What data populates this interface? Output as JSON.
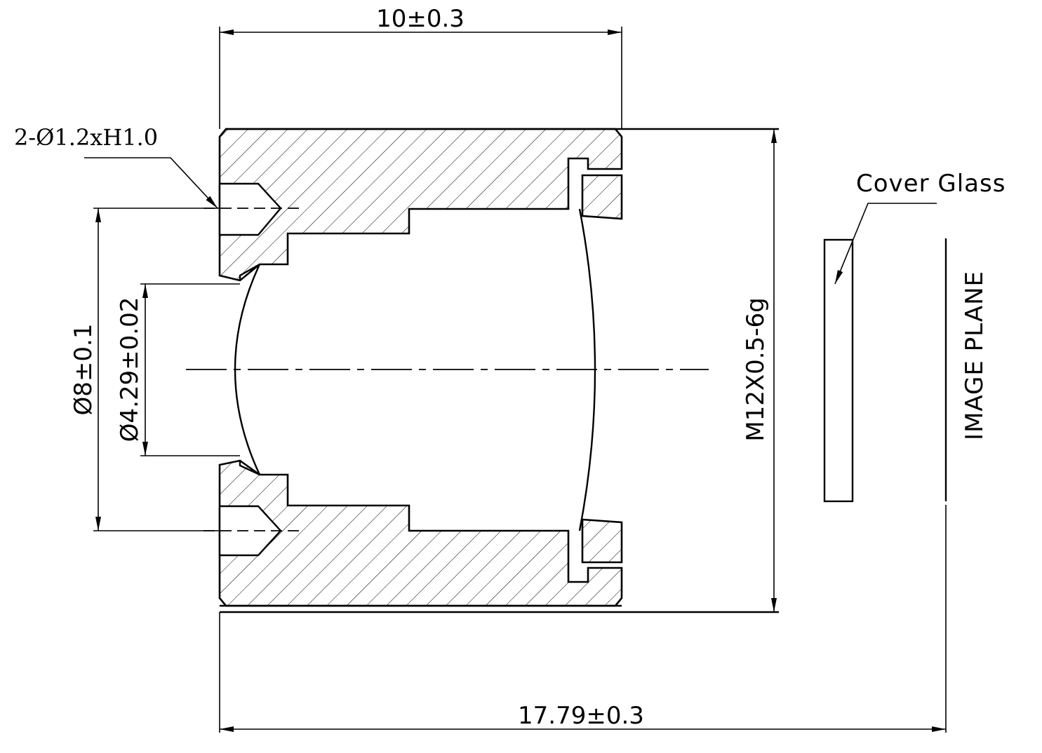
{
  "dimensions": {
    "lens_length": "10±0.3",
    "hole_callout": "2-Ø1.2xH1.0",
    "hole_spacing_diameter": "Ø8±0.1",
    "aperture_diameter": "Ø4.29±0.02",
    "thread": "M12X0.5-6g",
    "total_length": "17.79±0.3"
  },
  "labels": {
    "cover_glass": "Cover Glass",
    "image_plane": "IMAGE PLANE"
  }
}
